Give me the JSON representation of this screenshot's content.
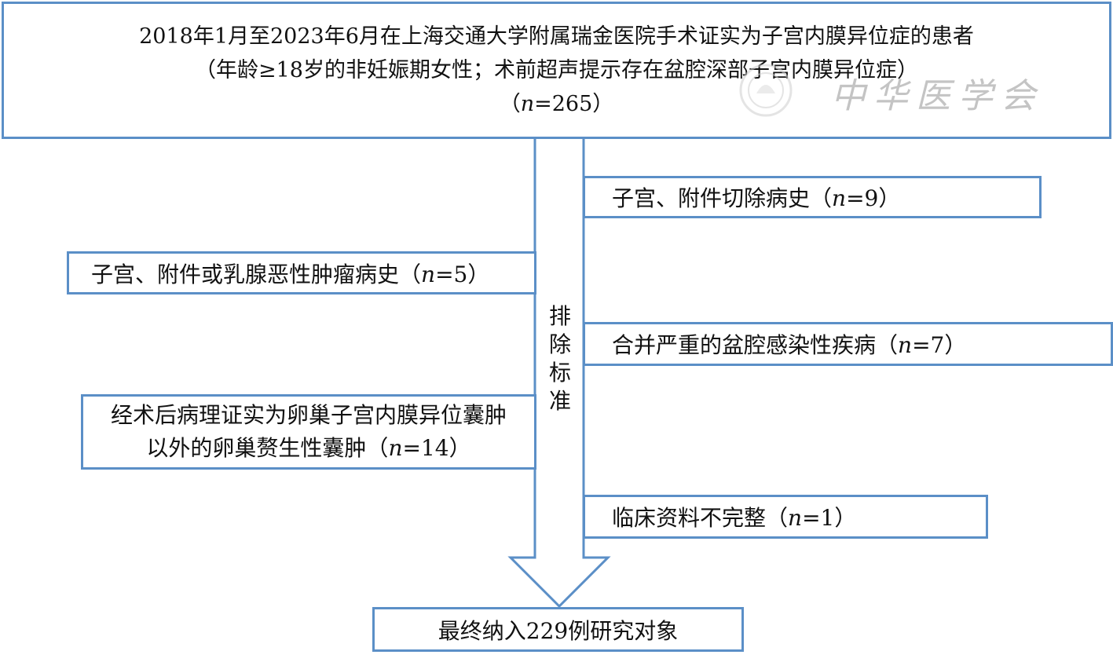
{
  "header": {
    "line1": "2018年1月至2023年6月在上海交通大学附属瑞金医院手术证实为子宫内膜异位症的患者",
    "line2": "（年龄≥18岁的非妊娠期女性；术前超声提示存在盆腔深部子宫内膜异位症）",
    "count_open": "（",
    "count_n": "n",
    "count_value": "=265",
    "count_close": "）"
  },
  "exclusion_label": [
    "排",
    "除",
    "标",
    "准"
  ],
  "exclusions": {
    "right_1": {
      "text": "子宫、附件切除病史（",
      "n": "n",
      "value": "=9）"
    },
    "left_1": {
      "text": "子宫、附件或乳腺恶性肿瘤病史（",
      "n": "n",
      "value": "=5）"
    },
    "right_2": {
      "text": "合并严重的盆腔感染性疾病（",
      "n": "n",
      "value": "=7）"
    },
    "left_2": {
      "line1": "经术后病理证实为卵巢子宫内膜异位囊肿",
      "line2_text": "以外的卵巢赘生性囊肿（",
      "n": "n",
      "value": "=14）"
    },
    "right_3": {
      "text": "临床资料不完整（",
      "n": "n",
      "value": "=1）"
    }
  },
  "final": {
    "text": "最终纳入229例研究对象"
  },
  "watermark": {
    "text": "中华医学会"
  },
  "colors": {
    "border": "#5b8fc7",
    "watermark": "#c4c4c4"
  }
}
